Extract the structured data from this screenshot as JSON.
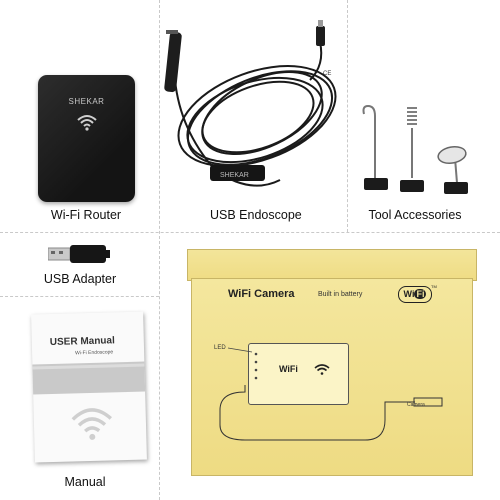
{
  "captions": {
    "router": "Wi-Fi Router",
    "endoscope": "USB Endoscope",
    "accessories": "Tool Accessories",
    "adapter": "USB Adapter",
    "manual": "Manual"
  },
  "router": {
    "brand": "SHEKAR"
  },
  "endoscope": {
    "brand": "SHEKAR"
  },
  "box": {
    "title": "WiFi Camera",
    "subtitle": "Built in battery",
    "logo_text": "Wi",
    "logo_box": "Fi",
    "trademark": "TM",
    "device_label": "WiFi",
    "led_label": "LED",
    "camera_label": "Camera"
  },
  "manual": {
    "title": "USER Manual",
    "subtitle": "Wi-Fi Endoscope"
  },
  "icons": [
    "wifi-icon",
    "usb-plug-icon"
  ]
}
